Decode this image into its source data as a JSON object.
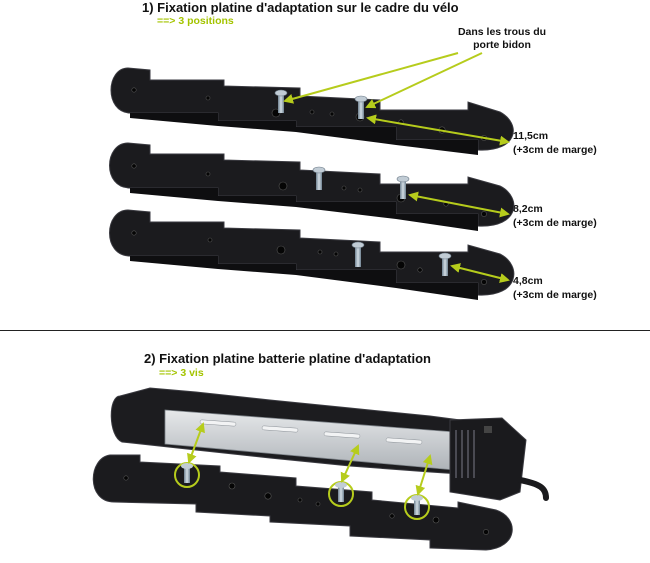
{
  "section1": {
    "title": "1) Fixation platine d'adaptation sur le cadre du vélo",
    "subtitle": "==> 3 positions",
    "note_line1": "Dans les trous du",
    "note_line2": "porte bidon",
    "measurements": [
      {
        "value": "11,5cm",
        "margin": "(+3cm de marge)"
      },
      {
        "value": "8,2cm",
        "margin": "(+3cm de marge)"
      },
      {
        "value": "4,8cm",
        "margin": "(+3cm de marge)"
      }
    ]
  },
  "section2": {
    "title": "2) Fixation platine batterie platine d'adaptation",
    "subtitle": "==> 3 vis"
  },
  "colors": {
    "arrow": "#b6cc1c",
    "plate": "#1b1b1e",
    "rail": "#c9cdd1",
    "screw": "#a7b6c2"
  }
}
